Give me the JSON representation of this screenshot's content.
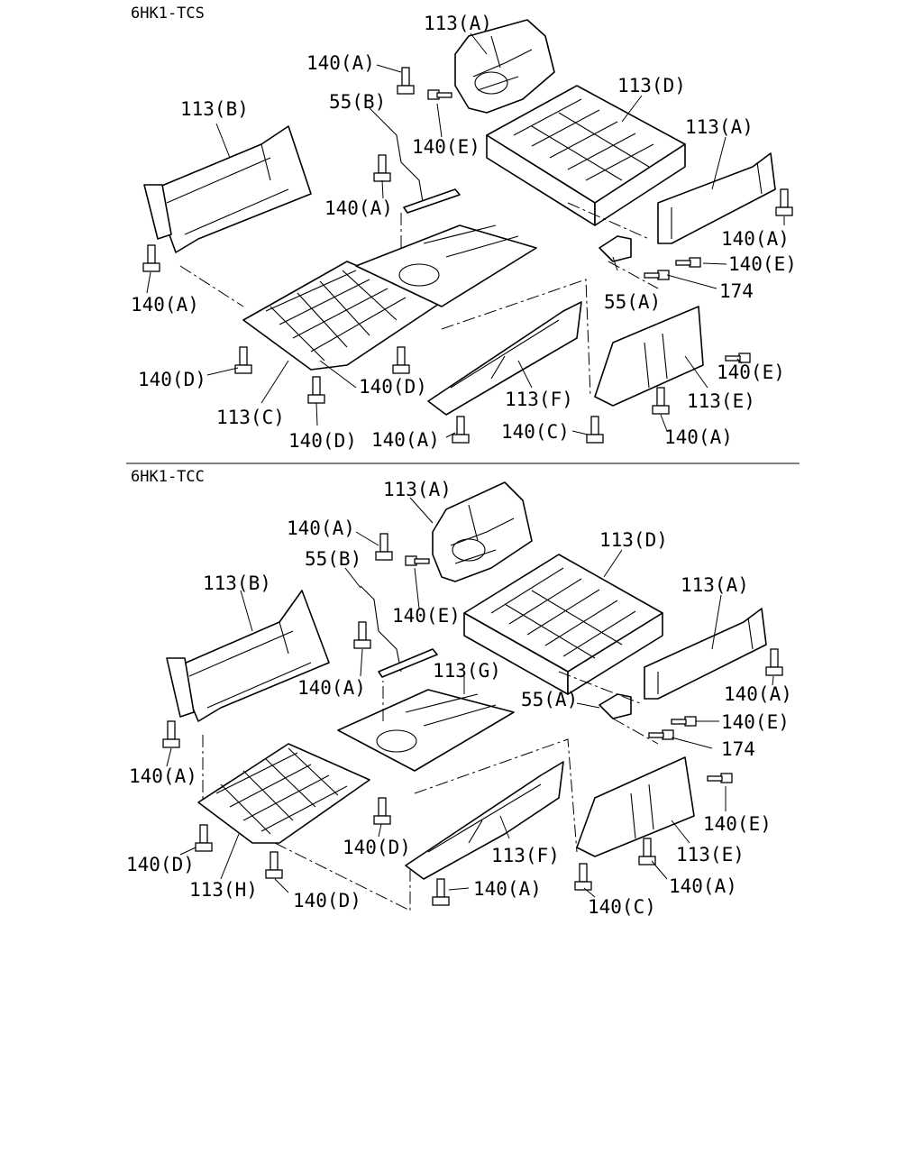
{
  "sections": [
    {
      "id": "tcs",
      "model": "6HK1-TCS",
      "callouts": {
        "p113a_top": "113(A)",
        "p140a_top": "140(A)",
        "p113d": "113(D)",
        "p113b": "113(B)",
        "p55b": "55(B)",
        "p140e_top": "140(E)",
        "p113a_right": "113(A)",
        "p140a_mid": "140(A)",
        "p140a_right": "140(A)",
        "p140e_right": "140(E)",
        "p140a_left": "140(A)",
        "p55a": "55(A)",
        "p174": "174",
        "p140d_left": "140(D)",
        "p140d_center": "140(D)",
        "p113f": "113(F)",
        "p140e_low": "140(E)",
        "p113c": "113(C)",
        "p113e": "113(E)",
        "p140d_bottom": "140(D)",
        "p140a_bottom": "140(A)",
        "p140c": "140(C)",
        "p140a_br": "140(A)"
      }
    },
    {
      "id": "tcc",
      "model": "6HK1-TCC",
      "callouts": {
        "p113a_top": "113(A)",
        "p140a_top": "140(A)",
        "p113d": "113(D)",
        "p55b": "55(B)",
        "p113b": "113(B)",
        "p113a_right": "113(A)",
        "p140e_top": "140(E)",
        "p113g": "113(G)",
        "p140a_mid": "140(A)",
        "p140a_right": "140(A)",
        "p55a": "55(A)",
        "p140e_right": "140(E)",
        "p174": "174",
        "p140a_left": "140(A)",
        "p140e_low": "140(E)",
        "p140d_center": "140(D)",
        "p113f": "113(F)",
        "p113e": "113(E)",
        "p140d_left": "140(D)",
        "p140a_bottom": "140(A)",
        "p140a_br": "140(A)",
        "p113h": "113(H)",
        "p140d_bottom": "140(D)",
        "p140c": "140(C)"
      }
    }
  ]
}
